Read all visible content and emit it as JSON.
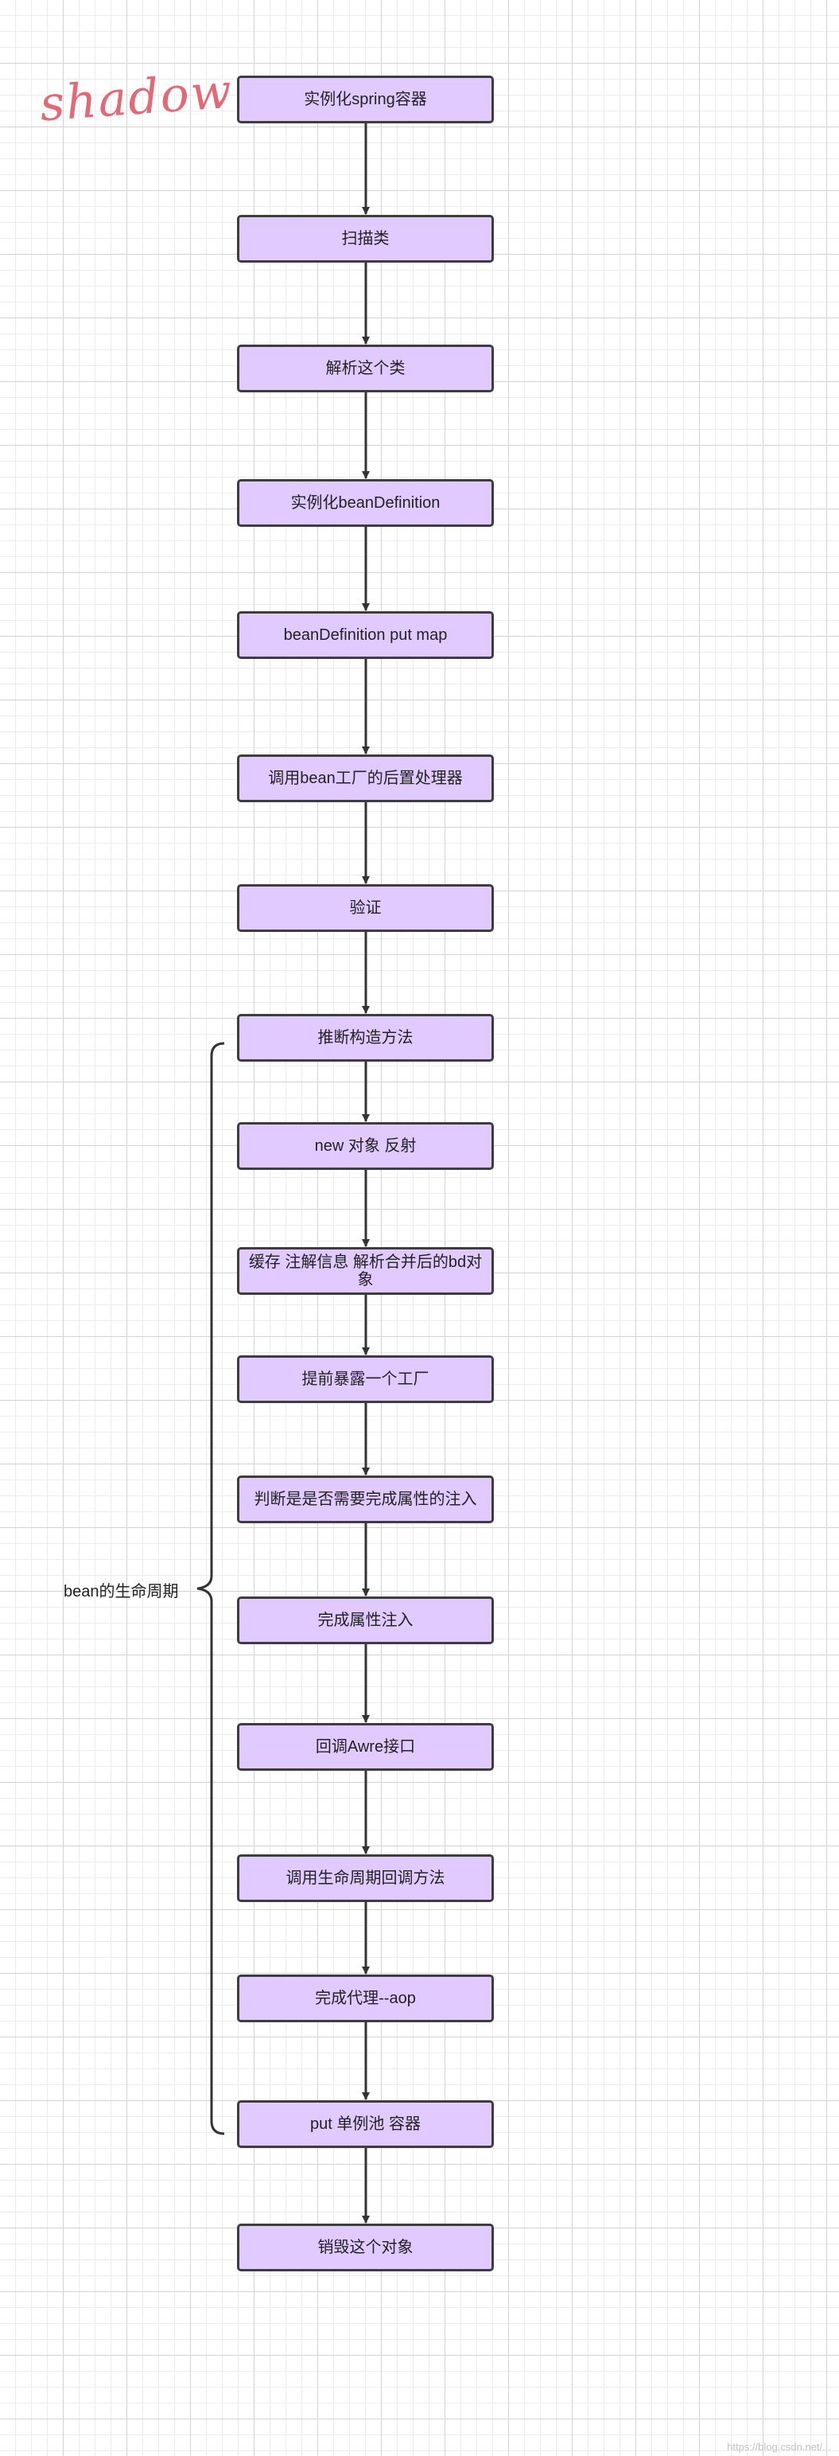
{
  "logo": "shadow",
  "brace_label": "bean的生命周期",
  "nodes": [
    "实例化spring容器",
    "扫描类",
    "解析这个类",
    "实例化beanDefinition",
    "beanDefinition put map",
    "调用bean工厂的后置处理器",
    "验证",
    "推断构造方法",
    "new 对象 反射",
    "缓存 注解信息 解析合并后的bd对象",
    "提前暴露一个工厂",
    "判断是是否需要完成属性的注入",
    "完成属性注入",
    "回调Awre接口",
    "调用生命周期回调方法",
    "完成代理--aop",
    "put 单例池 容器",
    "销毁这个对象"
  ],
  "watermark": "https://blog.csdn.net/..."
}
